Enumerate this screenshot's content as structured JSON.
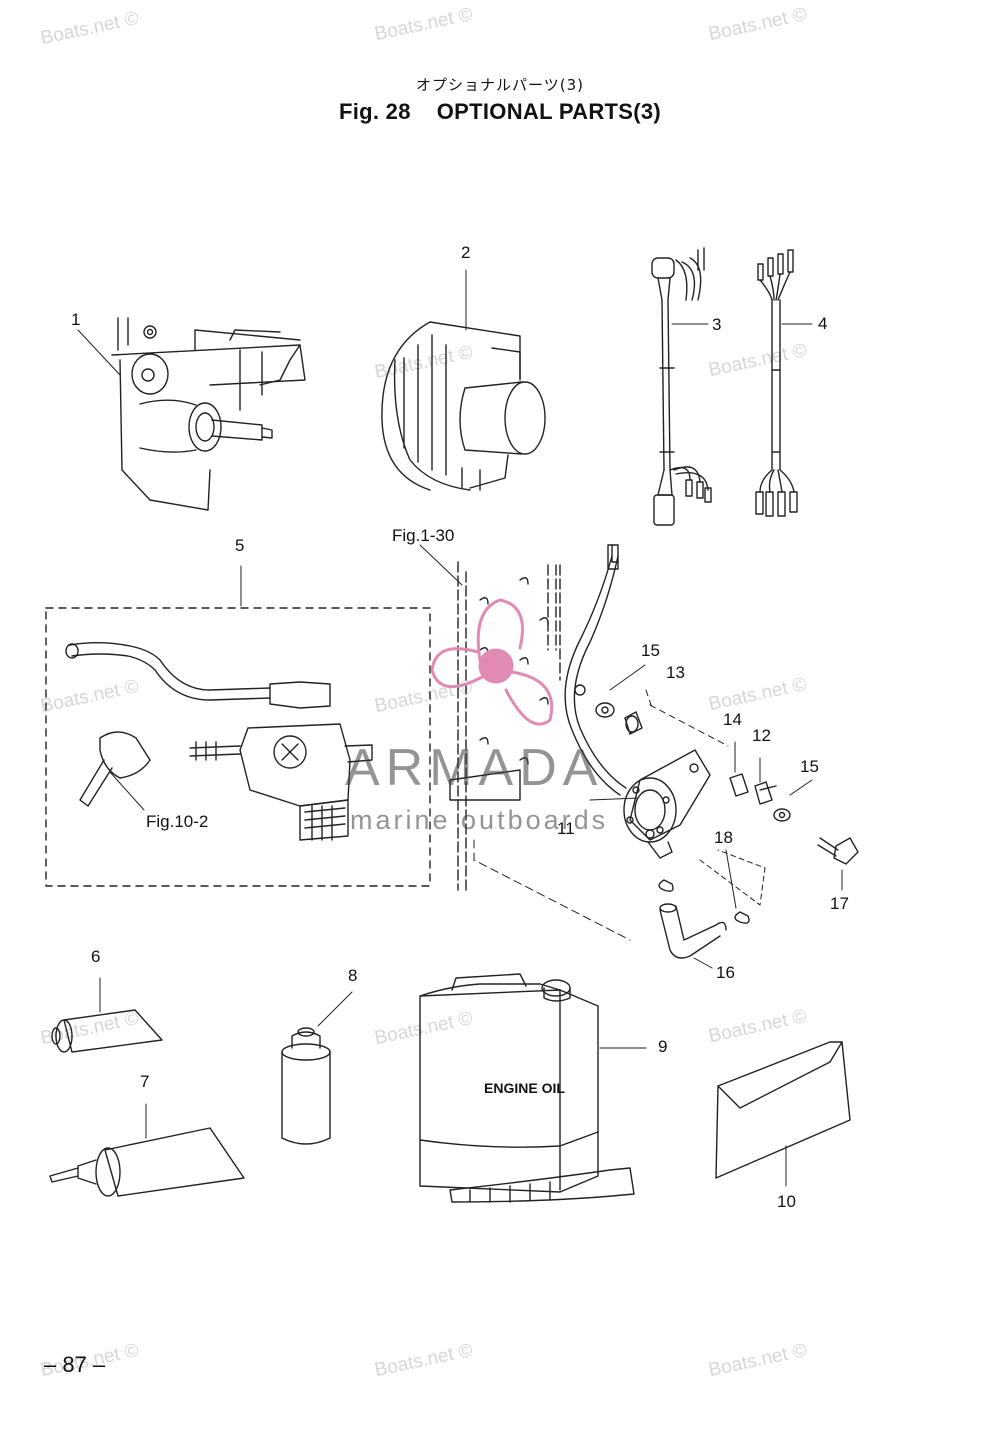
{
  "header": {
    "jp_title": "オプショナルパーツ(3)",
    "fig_label": "Fig. 28",
    "fig_title": "OPTIONAL PARTS(3)"
  },
  "part_numbers": [
    "1",
    "2",
    "3",
    "4",
    "5",
    "6",
    "7",
    "8",
    "9",
    "10",
    "11",
    "12",
    "13",
    "14",
    "15",
    "15",
    "16",
    "17",
    "18"
  ],
  "figure_refs": {
    "ref_fig1_30": "Fig.1-30",
    "ref_fig10_2": "Fig.10-2"
  },
  "container_label": "ENGINE OIL",
  "brand": {
    "name": "ARMADA",
    "subtitle": "marine outboards"
  },
  "watermark": "Boats.net ©",
  "page_number": "– 87 –",
  "colors": {
    "line": "#222222",
    "logo": "#e08ab4",
    "watermark": "#d6d6d6"
  }
}
